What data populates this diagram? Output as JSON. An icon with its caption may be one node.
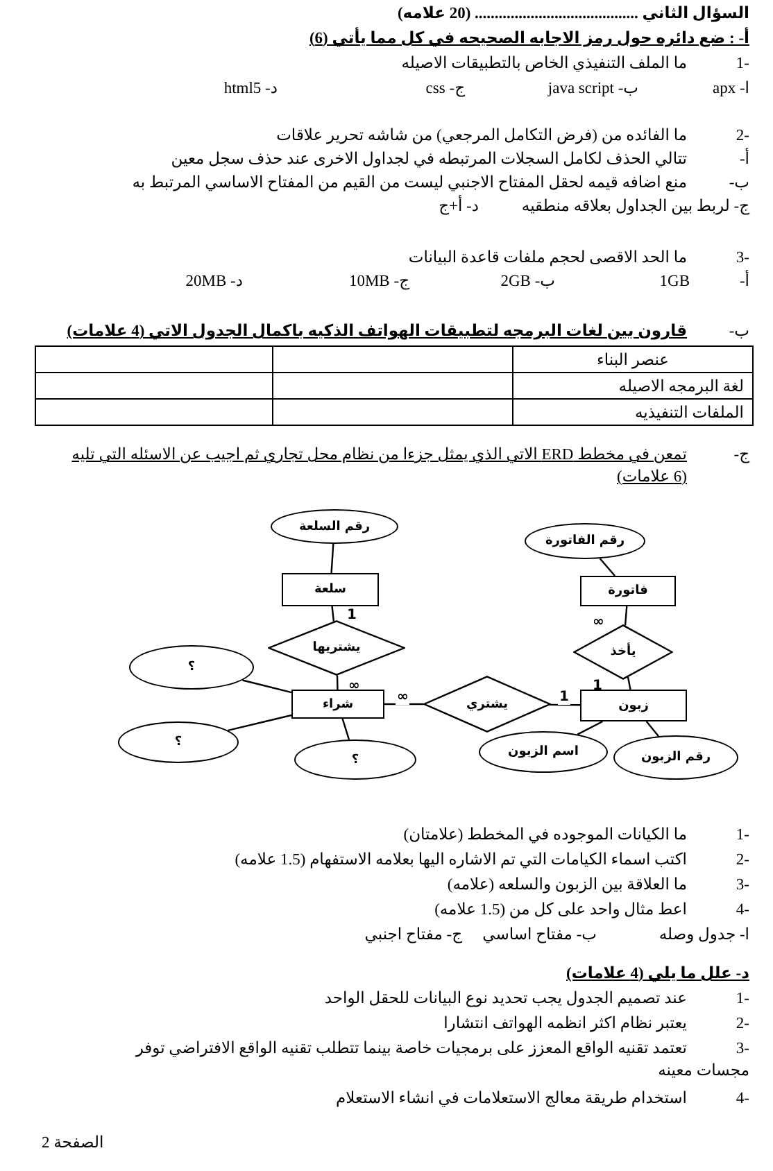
{
  "diagram": {
    "title": "السؤال الثاني ......................................... (20 علامه)",
    "nodes": [
      {
        "text": [
          "رقم الفاتورة"
        ]
      },
      {
        "text": [
          "رقم السلعة"
        ]
      },
      {
        "text": [
          "فاتورة"
        ]
      },
      {
        "text": [
          "سلعة"
        ]
      },
      {
        "text": [
          "يشتريها"
        ]
      },
      {
        "text": [
          "يأخذ"
        ]
      },
      {
        "text": [
          "؟"
        ]
      },
      {
        "text": [
          "شراء"
        ]
      },
      {
        "text": [
          "يشتري"
        ]
      },
      {
        "text": [
          "زبون"
        ]
      },
      {
        "text": [
          "؟"
        ]
      },
      {
        "text": [
          "؟"
        ]
      },
      {
        "text": [
          "اسم الزبون"
        ]
      },
      {
        "text": [
          "رقم الزبون"
        ]
      }
    ],
    "edges": [
      {
        "from": 0,
        "to": 2,
        "arrow": "none"
      },
      {
        "from": 1,
        "to": 3,
        "arrow": "none"
      },
      {
        "from": 3,
        "to": 4,
        "arrow": "none",
        "label": "1"
      },
      {
        "from": 4,
        "to": 7,
        "arrow": "none",
        "label": "∞"
      },
      {
        "from": 2,
        "to": 5,
        "arrow": "none",
        "label": "∞"
      },
      {
        "from": 5,
        "to": 9,
        "arrow": "none",
        "label": "1"
      },
      {
        "from": 7,
        "to": 8,
        "arrow": "none",
        "label": "∞"
      },
      {
        "from": 8,
        "to": 9,
        "arrow": "none",
        "label": "1"
      },
      {
        "from": 6,
        "to": 7,
        "arrow": "none"
      },
      {
        "from": 10,
        "to": 7,
        "arrow": "none"
      },
      {
        "from": 11,
        "to": 7,
        "arrow": "none"
      },
      {
        "from": 12,
        "to": 9,
        "arrow": "none"
      },
      {
        "from": 13,
        "to": 9,
        "arrow": "none"
      }
    ],
    "labels": [
      "أ- : ضع دائره حول رمز الاجابه الصحيحه في كل مما يأتي (6)",
      "-1",
      "ما الملف التنفيذي الخاص بالتطبيقات الاصيله",
      "ا- apx",
      "ب- java script",
      "ج- css",
      "د- html5",
      "-2",
      "ما الفائده من (فرض التكامل المرجعي) من شاشه تحرير علاقات",
      "أ-",
      "تتالي الحذف لكامل السجلات المرتبطه في لجداول الاخرى عند حذف سجل معين",
      "ب-",
      "منع اضافه قيمه لحقل المفتاح الاجنبي ليست من القيم من المفتاح الاساسي المرتبط به",
      "ج- لربط بين الجداول بعلاقه منطقيه",
      "د- أ+ج",
      "-3",
      "ما الحد الاقصى لحجم ملفات قاعدة البيانات",
      "أ-",
      "1GB",
      "ب- 2GB",
      "ج- 10MB",
      "د- 20MB",
      "ب-",
      "قارون بين لغات البرمجه لتطبيقات الهواتف الذكيه باكمال الجدول الاتي (4 علامات)",
      "عنصر البناء",
      "لغة البرمجه الاصيله",
      "الملفات التنفيذيه",
      "ج-",
      "تمعن في مخطط ERD الاتي الذي يمثل جزءا من نظام محل تجاري ثم اجيب عن الاسئله التي تليه (6 علامات)",
      "-1",
      "ما الكيانات الموجوده في المخطط (علامتان)",
      "-2",
      "اكتب اسماء الكيامات التي تم الاشاره اليها بعلامه الاستفهام (1.5 علامه)",
      "-3",
      "ما العلاقة بين الزبون والسلعه (علامه)",
      "-4",
      "اعط مثال واحد على كل من (1.5 علامه)",
      "ا- جدول وصله",
      "ب- مفتاح اساسي",
      "ج- مفتاح اجنبي",
      "د- علل ما يلي (4 علامات)",
      "-1",
      "عند تصميم الجدول يجب تحديد نوع البيانات للحقل الواحد",
      "-2",
      "يعتبر نظام اكثر انظمه الهواتف انتشارا",
      "-3",
      "تعتمد تقنيه الواقع المعزز على برمجيات خاصة بينما تتطلب تقنيه الواقع الافتراضي توفر مجسات معينه",
      "-4",
      "استخدام طريقة معالج الاستعلامات في انشاء الاستعلام",
      "الصفحة 2"
    ]
  }
}
